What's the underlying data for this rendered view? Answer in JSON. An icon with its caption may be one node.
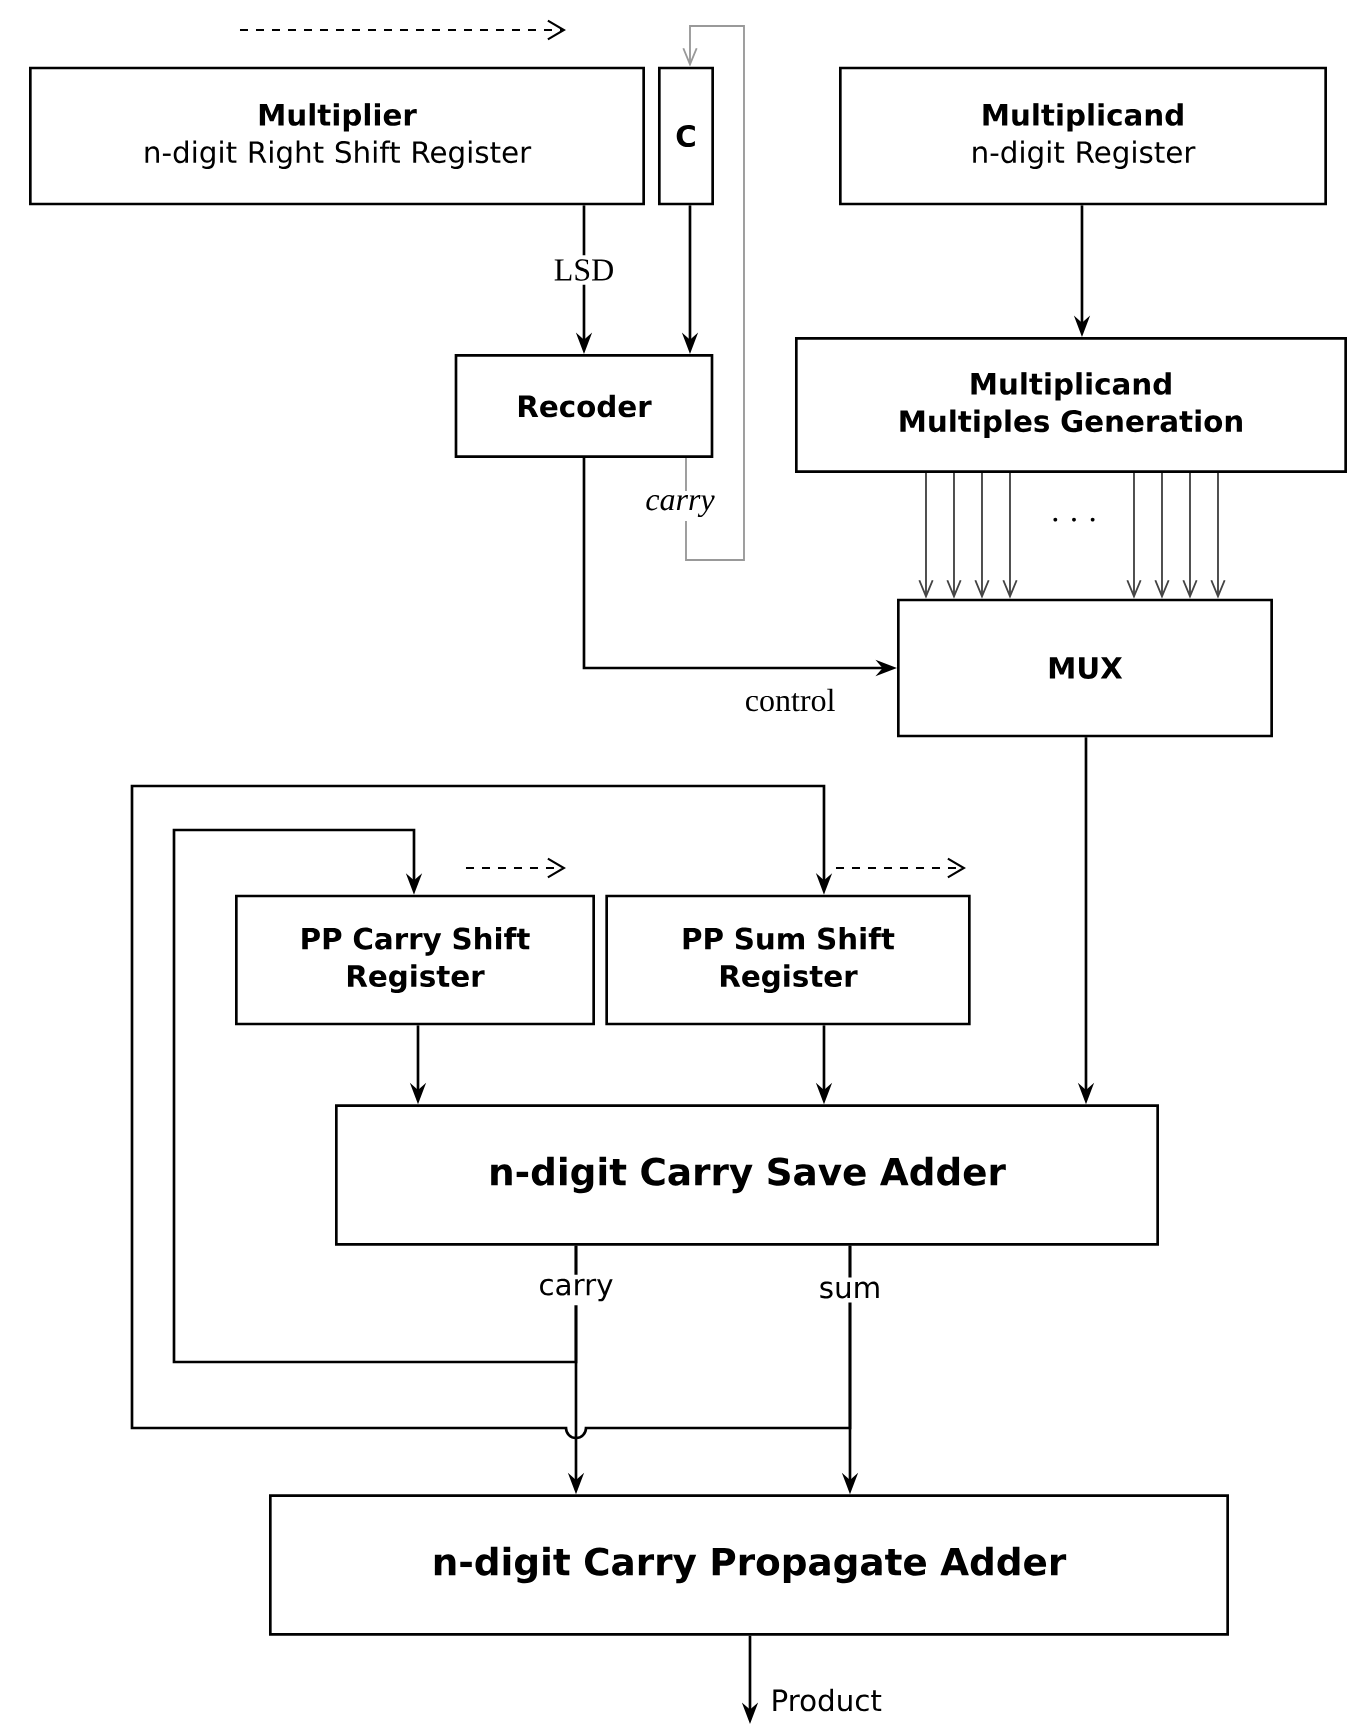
{
  "diagram": {
    "nodes": [
      {
        "text": [
          "Multiplier",
          "n-digit Right Shift Register"
        ]
      },
      {
        "text": [
          "C"
        ]
      },
      {
        "text": [
          "Multiplicand",
          "n-digit Register"
        ]
      },
      {
        "text": [
          "Recoder"
        ]
      },
      {
        "text": [
          "Multiplicand Multiples Generation"
        ]
      },
      {
        "text": [
          "MUX"
        ]
      },
      {
        "text": [
          "PP Carry Shift Register"
        ]
      },
      {
        "text": [
          "PP Sum Shift Register"
        ]
      },
      {
        "text": [
          "n-digit Carry Save Adder"
        ]
      },
      {
        "text": [
          "n-digit Carry Propagate Adder"
        ]
      }
    ],
    "edges": [
      {
        "from": 0,
        "to": 3,
        "arrow": "to",
        "label": "LSD"
      },
      {
        "from": 1,
        "to": 3,
        "arrow": "to"
      },
      {
        "from": 3,
        "to": 1,
        "arrow": "to",
        "label": "carry",
        "color": "#999999"
      },
      {
        "from": 2,
        "to": 4,
        "arrow": "to"
      },
      {
        "from": 4,
        "to": 5,
        "arrow": "to",
        "color": "#444444"
      },
      {
        "from": 4,
        "to": 5,
        "arrow": "to",
        "color": "#444444"
      },
      {
        "from": 4,
        "to": 5,
        "arrow": "to",
        "color": "#444444"
      },
      {
        "from": 4,
        "to": 5,
        "arrow": "to",
        "color": "#444444"
      },
      {
        "from": 4,
        "to": 5,
        "arrow": "to",
        "color": "#444444"
      },
      {
        "from": 4,
        "to": 5,
        "arrow": "to",
        "color": "#444444"
      },
      {
        "from": 4,
        "to": 5,
        "arrow": "to",
        "color": "#444444"
      },
      {
        "from": 4,
        "to": 5,
        "arrow": "to",
        "color": "#444444"
      },
      {
        "from": 3,
        "to": 5,
        "arrow": "to",
        "label": "control"
      },
      {
        "from": 5,
        "to": 8,
        "arrow": "to"
      },
      {
        "from": 6,
        "to": 8,
        "arrow": "to"
      },
      {
        "from": 7,
        "to": 8,
        "arrow": "to"
      },
      {
        "from": 8,
        "to": 9,
        "arrow": "to",
        "label": "carry"
      },
      {
        "from": 8,
        "to": 9,
        "arrow": "to",
        "label": "sum"
      },
      {
        "from": 8,
        "to": 6,
        "arrow": "to"
      },
      {
        "from": 8,
        "to": 7,
        "arrow": "to"
      },
      {
        "from": 9,
        "to": null,
        "arrow": "to",
        "label": "Product"
      }
    ],
    "labels": [
      "· · ·"
    ]
  }
}
